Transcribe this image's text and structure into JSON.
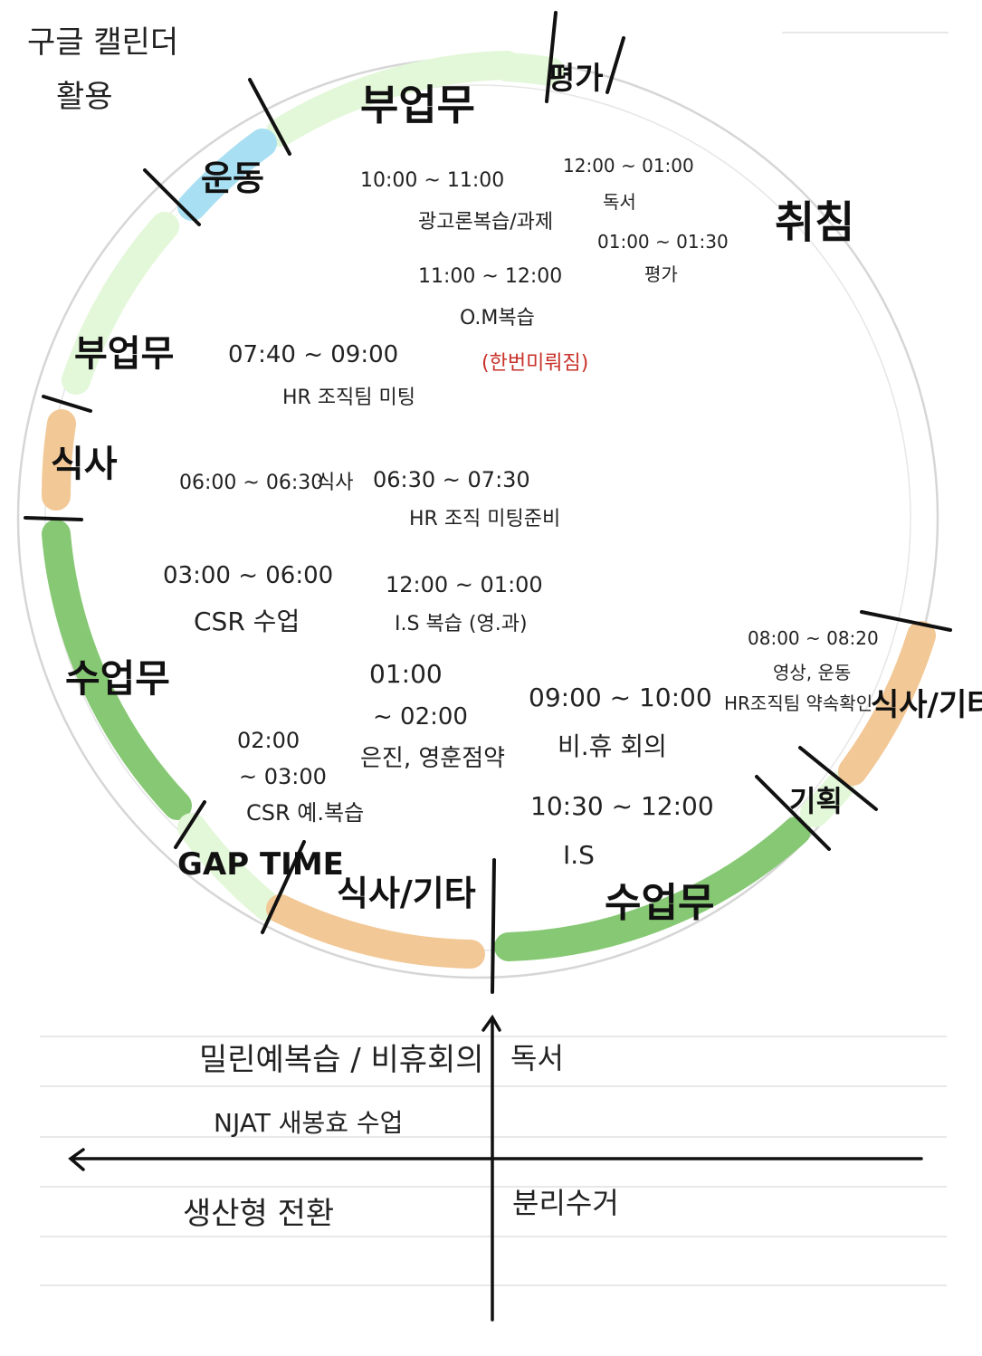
{
  "title": {
    "line1": "구글 캘린더",
    "line2": "활용"
  },
  "segments": [
    {
      "label": "평가",
      "color": "#e3f7d9"
    },
    {
      "label": "부업무",
      "color": "#e3f7d9"
    },
    {
      "label": "운동",
      "color": "#a8dff2"
    },
    {
      "label": "부업무",
      "color": "#e3f7d9"
    },
    {
      "label": "식사",
      "color": "#f2c896"
    },
    {
      "label": "수업무",
      "color": "#86c873"
    },
    {
      "label": "GAP TIME",
      "color": "#e3f7d9"
    },
    {
      "label": "식사/기타",
      "color": "#f2c896"
    },
    {
      "label": "수업무",
      "color": "#86c873"
    },
    {
      "label": "기획",
      "color": "#e3f7d9"
    },
    {
      "label": "식사/기타",
      "color": "#f2c896"
    },
    {
      "label": "취침",
      "color": "#ffffff"
    }
  ],
  "schedule": [
    {
      "time": "10:00 ~ 11:00",
      "task": "광고론복습/과제"
    },
    {
      "time": "12:00 ~ 01:00",
      "task": "독서"
    },
    {
      "time": "01:00 ~ 01:30",
      "task": "평가"
    },
    {
      "time": "11:00 ~ 12:00",
      "task": "O.M복습",
      "note": "(한번미뤄짐)"
    },
    {
      "time": "07:40 ~ 09:00",
      "task": "HR 조직팀 미팅"
    },
    {
      "time": "06:00 ~ 06:30",
      "task": "식사"
    },
    {
      "time": "06:30 ~ 07:30",
      "task": "HR 조직 미팅준비"
    },
    {
      "time": "03:00 ~ 06:00",
      "task": "CSR 수업"
    },
    {
      "time": "12:00 ~ 01:00",
      "task": "I.S 복습 (영.과)"
    },
    {
      "time": "08:00 ~ 08:20",
      "task": "영상, 운동",
      "task2": "HR조직팀 약속확인"
    },
    {
      "time": "01:00",
      "time2": "~ 02:00",
      "task": "은진, 영훈점약"
    },
    {
      "time": "09:00 ~ 10:00",
      "task": "비.휴 회의"
    },
    {
      "time": "02:00",
      "time2": "~ 03:00",
      "task": "CSR 예.복습"
    },
    {
      "time": "10:30 ~ 12:00",
      "task": "I.S"
    }
  ],
  "quadrant": {
    "top_left": [
      "밀린예복습 / 비휴회의",
      "NJAT 새봉효 수업"
    ],
    "top_right": "독서",
    "bottom_left": "생산형 전환",
    "bottom_right": "분리수거"
  },
  "colors": {
    "ring": "#cccccc",
    "ink": "#222222",
    "note_red": "#c8322a"
  }
}
